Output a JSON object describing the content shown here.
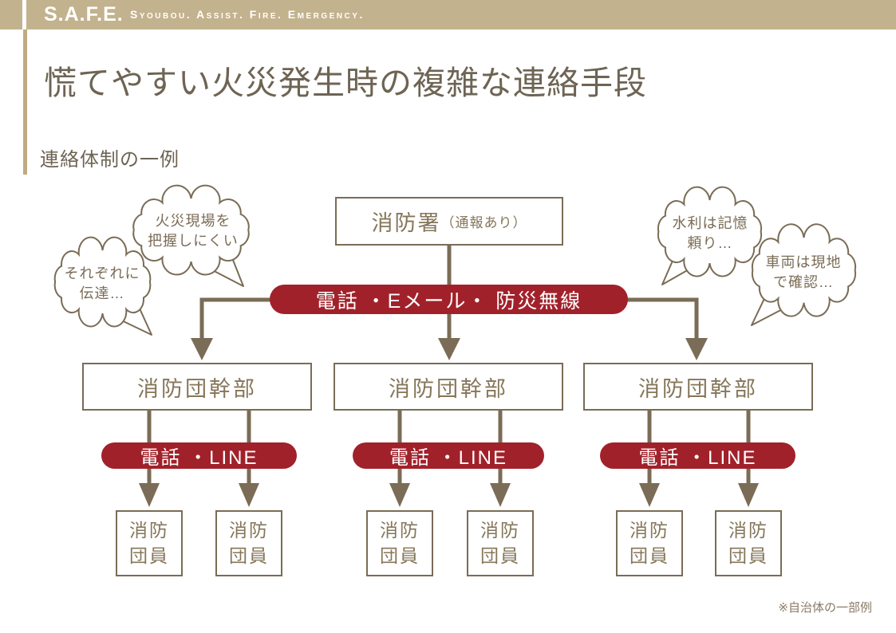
{
  "header": {
    "logo": "S.A.F.E.",
    "tagline": "Syoubou. Assist. Fire. Emergency."
  },
  "title": "慌てやすい火災発生時の複雑な連絡手段",
  "subtitle": "連絡体制の一例",
  "footnote": "※自治体の一部例",
  "colors": {
    "accent_red": "#a1212a",
    "header_tan": "#c3b28e",
    "line_brown": "#7a6c56",
    "text_brown": "#6e6454"
  },
  "diagram": {
    "fire_station": {
      "label": "消防署",
      "sub": "（通報あり）"
    },
    "top_channel": "電話 ・Eメール・ 防災無線",
    "group_channel": "電話 ・LINE",
    "executive_label": "消防団幹部",
    "member_line1": "消防",
    "member_line2": "団員",
    "bubbles": [
      {
        "line1": "火災現場を",
        "line2": "把握しにくい"
      },
      {
        "line1": "それぞれに",
        "line2": "伝達…"
      },
      {
        "line1": "水利は記憶",
        "line2": "頼り…"
      },
      {
        "line1": "車両は現地",
        "line2": "で確認…"
      }
    ]
  }
}
